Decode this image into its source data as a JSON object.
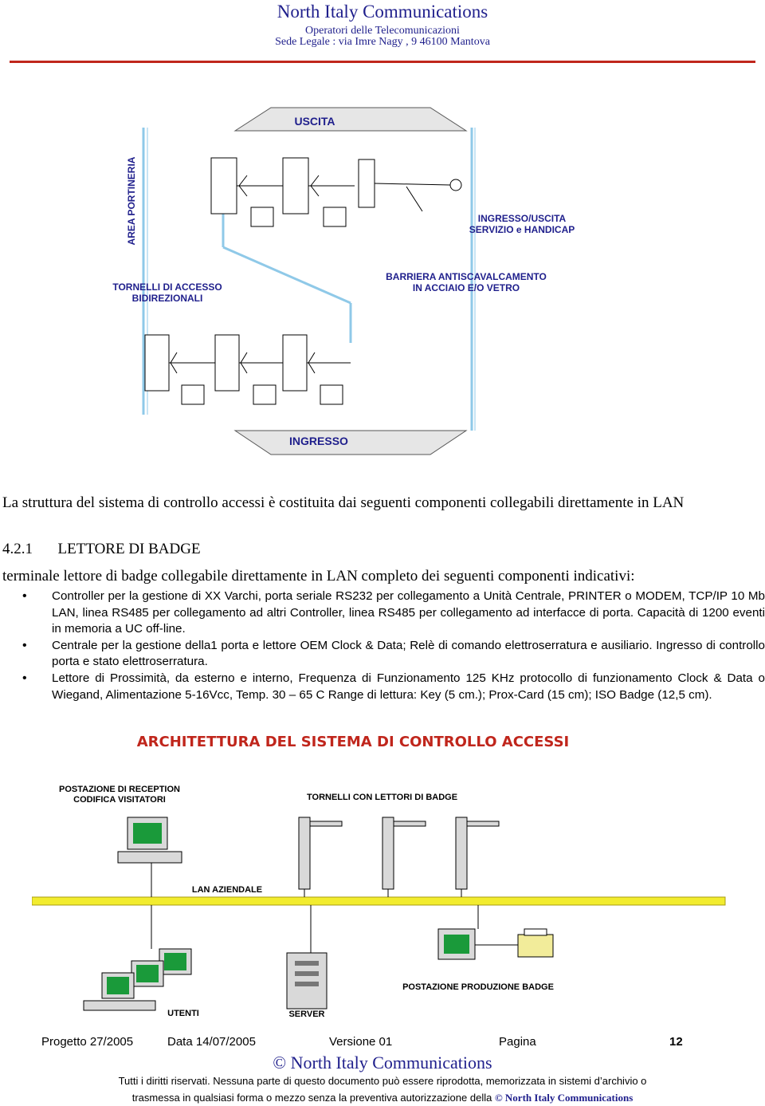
{
  "header": {
    "company": "North Italy Communications",
    "subtitle": "Operatori delle Telecomunicazioni",
    "address": "Sede Legale : via Imre Nagy , 9    46100 Mantova"
  },
  "floorplan": {
    "exit_label": "USCITA",
    "entrance_label": "INGRESSO",
    "lodge_label": "AREA PORTINERIA",
    "service_line1": "INGRESSO/USCITA",
    "service_line2": "SERVIZIO e HANDICAP",
    "barrier_line1": "BARRIERA ANTISCAVALCAMENTO",
    "barrier_line2": "IN ACCIAIO E/O VETRO",
    "turnstile_line1": "TORNELLI DI ACCESSO",
    "turnstile_line2": "BIDIREZIONALI"
  },
  "intro": "La struttura del sistema di controllo accessi è costituita dai seguenti componenti collegabili direttamente in LAN",
  "section": {
    "number": "4.2.1",
    "title": "LETTORE DI BADGE"
  },
  "description": "terminale lettore di badge collegabile direttamente in LAN completo dei seguenti componenti indicativi:",
  "bullets": [
    "Controller per la gestione di XX Varchi, porta seriale RS232 per collegamento a Unità Centrale, PRINTER o MODEM, TCP/IP 10 Mb LAN, linea RS485 per collegamento ad altri Controller, linea RS485 per collegamento ad interfacce di porta. Capacità di 1200 eventi in memoria a UC off-line.",
    "Centrale per la gestione della1 porta e  lettore OEM Clock & Data; Relè di comando elettroserratura e ausiliario. Ingresso di controllo porta e stato elettroserratura.",
    "Lettore di Prossimità, da esterno e interno, Frequenza di Funzionamento 125 KHz protocollo di funzionamento Clock & Data o Wiegand, Alimentazione 5-16Vcc, Temp.  30 – 65 C  Range di lettura: Key (5 cm.); Prox-Card (15 cm); ISO Badge (12,5 cm)."
  ],
  "architecture": {
    "title": "ARCHITETTURA DEL SISTEMA DI CONTROLLO ACCESSI",
    "reception_line1": "POSTAZIONE DI RECEPTION",
    "reception_line2": "CODIFICA VISITATORI",
    "turnstiles": "TORNELLI CON LETTORI DI BADGE",
    "lan": "LAN AZIENDALE",
    "users": "UTENTI",
    "server": "SERVER",
    "badge_station": "POSTAZIONE PRODUZIONE BADGE"
  },
  "footer": {
    "project": "Progetto  27/2005",
    "date": "Data  14/07/2005",
    "version": "Versione  01",
    "page_label": "Pagina",
    "page_number": "12",
    "company": "© North Italy Communications",
    "rights_line1": "Tutti i diritti riservati. Nessuna parte di questo documento può essere riprodotta, memorizzata in sistemi d’archivio o",
    "rights_line2": "trasmessa in qualsiasi forma o mezzo senza la preventiva autorizzazione della ",
    "rights_company": "© North Italy Communications"
  },
  "colors": {
    "brand_blue": "#1f1f8c",
    "accent_red": "#c0261c",
    "lan_yellow": "#f2ec2e",
    "screen_green": "#1a9a3a",
    "barrier_blue": "#8fc9e8"
  }
}
